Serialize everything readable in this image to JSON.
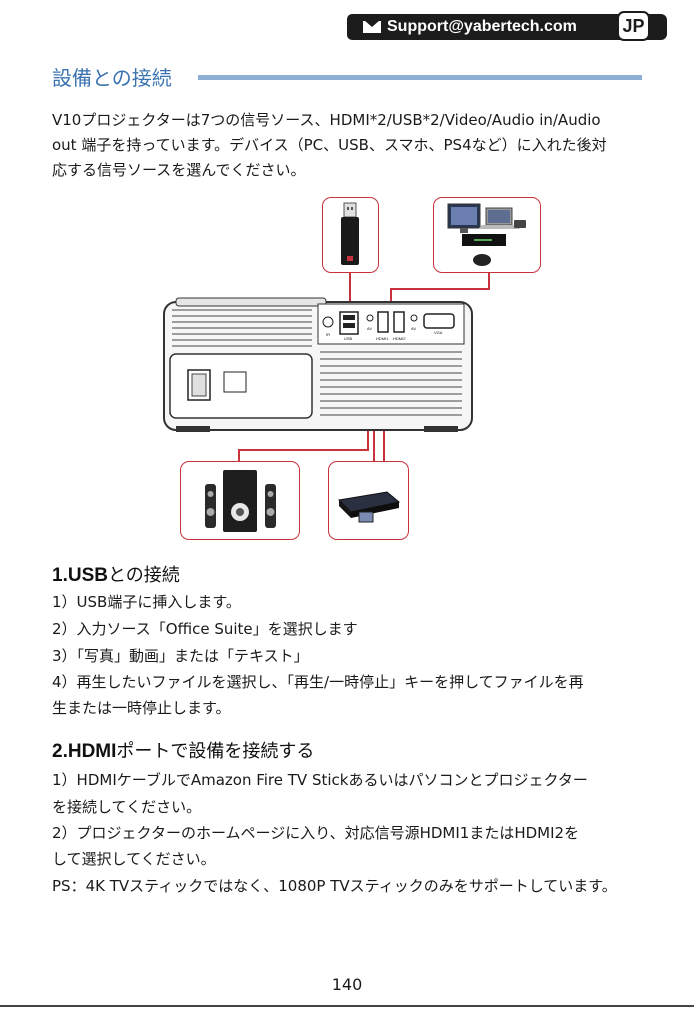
{
  "header": {
    "support_email": "Support@yabertech.com",
    "lang_badge": "JP"
  },
  "section_title": "設備との接続",
  "intro_lines": [
    "V10プロジェクターは7つの信号ソース、HDMI*2/USB*2/Video/Audio in/Audio",
    "out 端子を持っています。デバイス（PC、USB、スマホ、PS4など）に入れた後対",
    "応する信号ソースを選んでください。"
  ],
  "diagram": {
    "port_labels": [
      "IR",
      "USB",
      "AV",
      "HDMI1",
      "HDMI2",
      "AV",
      "VGA"
    ]
  },
  "usb_section": {
    "heading_bold": "1.USB",
    "heading_rest": "との接続",
    "lines": [
      "1）USB端子に挿入します。",
      "2）入力ソース「Office Suite」を選択します",
      "3）「写真」動画」または「テキスト」",
      "4）再生したいファイルを選択し、「再生/一時停止」キーを押してファイルを再",
      "生または一時停止します。"
    ]
  },
  "hdmi_section": {
    "heading_bold": "2.HDMI",
    "heading_rest": "ポートで設備を接続する",
    "lines": [
      "1）HDMIケーブルでAmazon  Fire  TV  Stickあるいはパソコンとプロジェクター",
      "を接続してください。",
      "2）プロジェクターのホームページに入り、対応信号源HDMI1またはHDMI2を",
      "して選択してください。",
      "PS：4K TVスティックではなく、1080P TVスティックのみをサポートしています。"
    ]
  },
  "page_number": "140",
  "colors": {
    "title_blue": "#3b73b0",
    "title_rule": "#8dafd4",
    "connector_red": "#c8323c",
    "header_black": "#1c1c1c"
  }
}
